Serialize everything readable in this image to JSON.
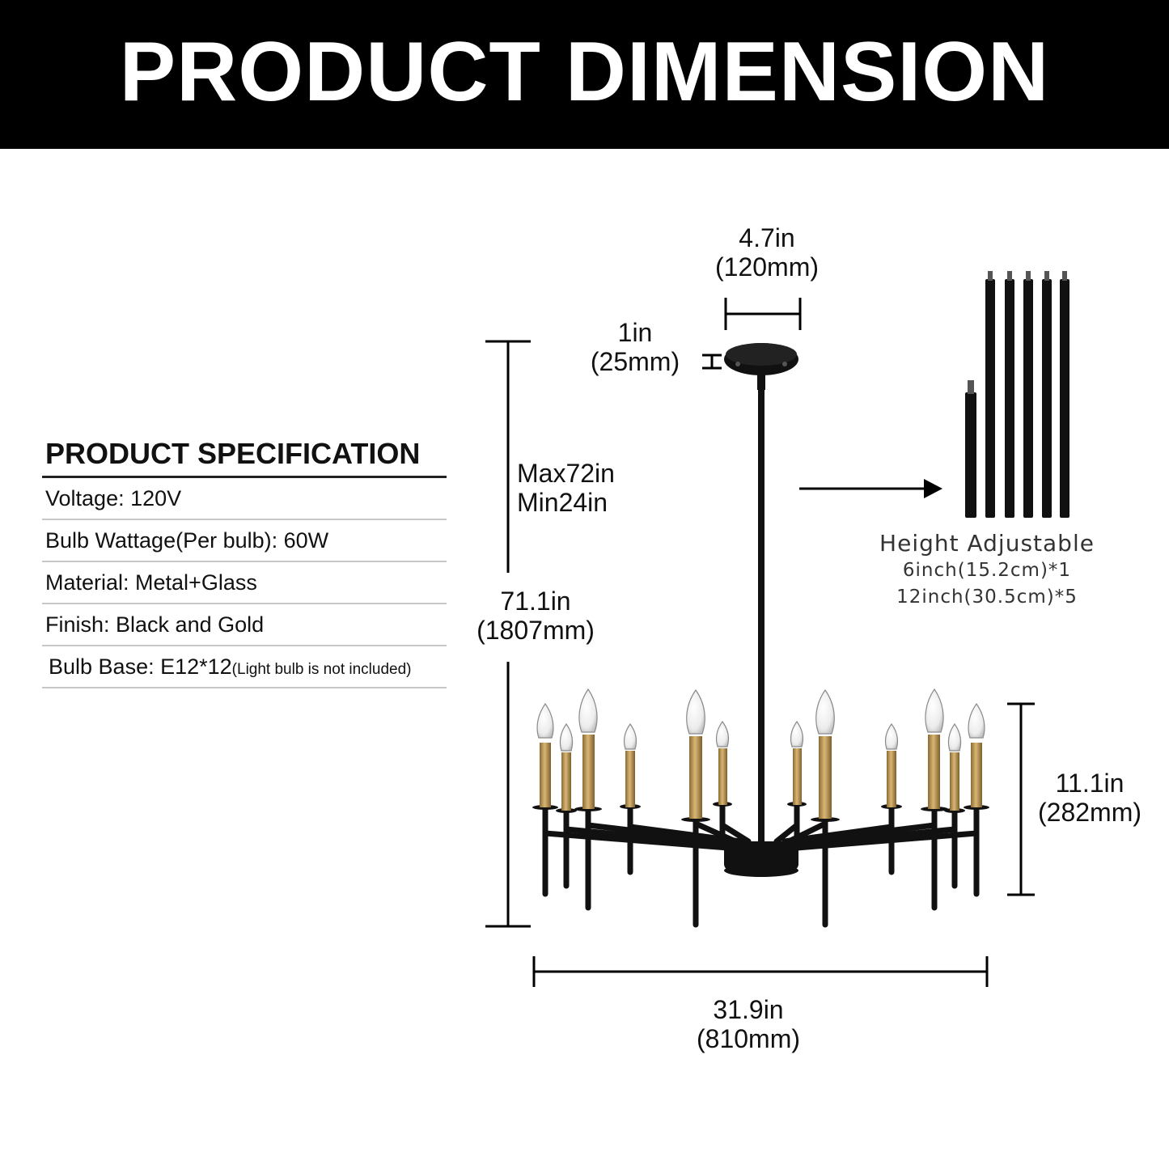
{
  "banner": {
    "title": "PRODUCT DIMENSION"
  },
  "spec": {
    "title": "PRODUCT SPECIFICATION",
    "rows": [
      {
        "text": "Voltage: 120V"
      },
      {
        "text": "Bulb Wattage(Per bulb): 60W"
      },
      {
        "text": "Material: Metal+Glass"
      },
      {
        "text": "Finish: Black and Gold"
      },
      {
        "text": "Bulb Base: E12*12",
        "note": "(Light bulb is not included)"
      }
    ]
  },
  "dimensions": {
    "canopy_width": {
      "imperial": "4.7in",
      "metric": "(120mm)"
    },
    "canopy_height": {
      "imperial": "1in",
      "metric": "(25mm)"
    },
    "rod_range": {
      "max": "Max72in",
      "min": "Min24in"
    },
    "total_height": {
      "imperial": "71.1in",
      "metric": "(1807mm)"
    },
    "body_height": {
      "imperial": "11.1in",
      "metric": "(282mm)"
    },
    "width": {
      "imperial": "31.9in",
      "metric": "(810mm)"
    }
  },
  "height_adjustable": {
    "title": "Height Adjustable",
    "line1": "6inch(15.2cm)*1",
    "line2": "12inch(30.5cm)*5"
  },
  "colors": {
    "black": "#000000",
    "gold": "#b8914f",
    "divider": "#c8c8c8"
  }
}
